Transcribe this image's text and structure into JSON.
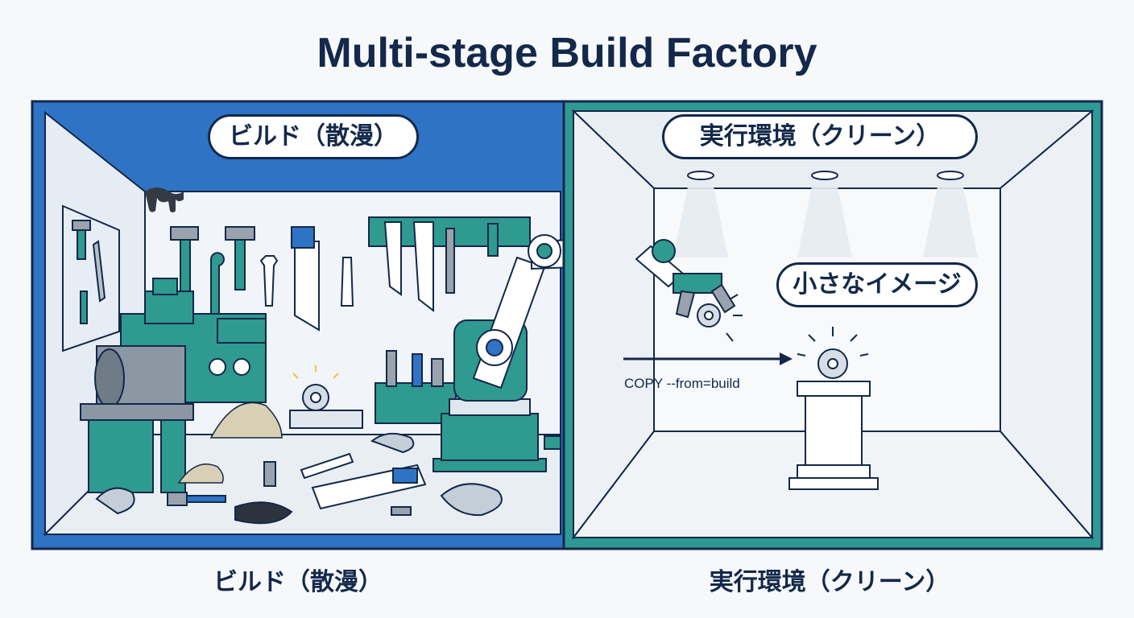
{
  "title": "Multi-stage Build Factory",
  "build_room": {
    "label": "ビルド（散漫）",
    "bottom_label": "ビルド（散漫）"
  },
  "runtime_room": {
    "label": "実行環境（クリーン）",
    "bottom_label": "実行環境（クリーン）",
    "image_label": "小さなイメージ",
    "copy_command": "COPY --from=build"
  },
  "colors": {
    "navy": "#13284a",
    "build_blue": "#2f73c4",
    "teal": "#2e9a93",
    "machine_teal": "#2f9a8f",
    "floor": "#e8edf2",
    "wall": "#eef2f6"
  },
  "icons": [
    "gear-icon",
    "robot-arm-icon",
    "hammer-icon",
    "wrench-icon",
    "saw-icon",
    "lathe-icon",
    "spotlight-icon",
    "pedestal-icon",
    "arrow-right-icon"
  ]
}
